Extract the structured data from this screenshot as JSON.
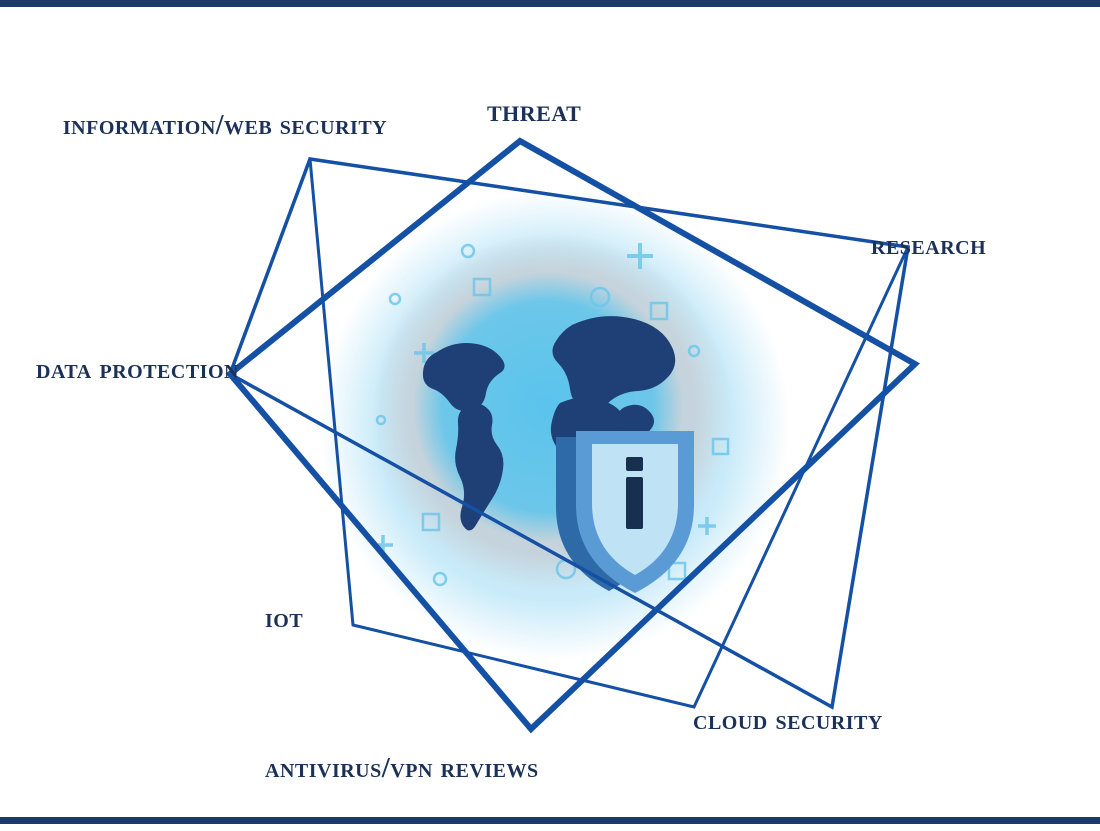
{
  "page": {
    "background_color": "#ffffff",
    "border_color": "#1b3a6b",
    "accent_dark": "#1b3157",
    "accent_line": "#1450a3"
  },
  "diagram": {
    "type": "concept-star-diagram",
    "center_graphic": "cyber-security-globe-shield-illustration",
    "labels": [
      {
        "id": "threat",
        "text": "Threat"
      },
      {
        "id": "information-web-security",
        "text": "information/Web Security"
      },
      {
        "id": "research",
        "text": "Research"
      },
      {
        "id": "data-protection",
        "text": "Data protection"
      },
      {
        "id": "iot",
        "text": "IoT"
      },
      {
        "id": "cloud-security",
        "text": "Cloud security"
      },
      {
        "id": "antivirus-vpn-reviews",
        "text": "Antivirus/VPN Reviews"
      }
    ],
    "shapes": {
      "outer_square_color": "#1450a3",
      "inner_square_color": "#1450a3",
      "glow_outer": "#bfe7f8",
      "glow_mid": "#c9ccd1",
      "glow_inner": "#4fc3ef",
      "globe_color": "#1f3f77",
      "shield_color": "#5b9bd5",
      "shield_dark": "#2e6aa8"
    }
  }
}
